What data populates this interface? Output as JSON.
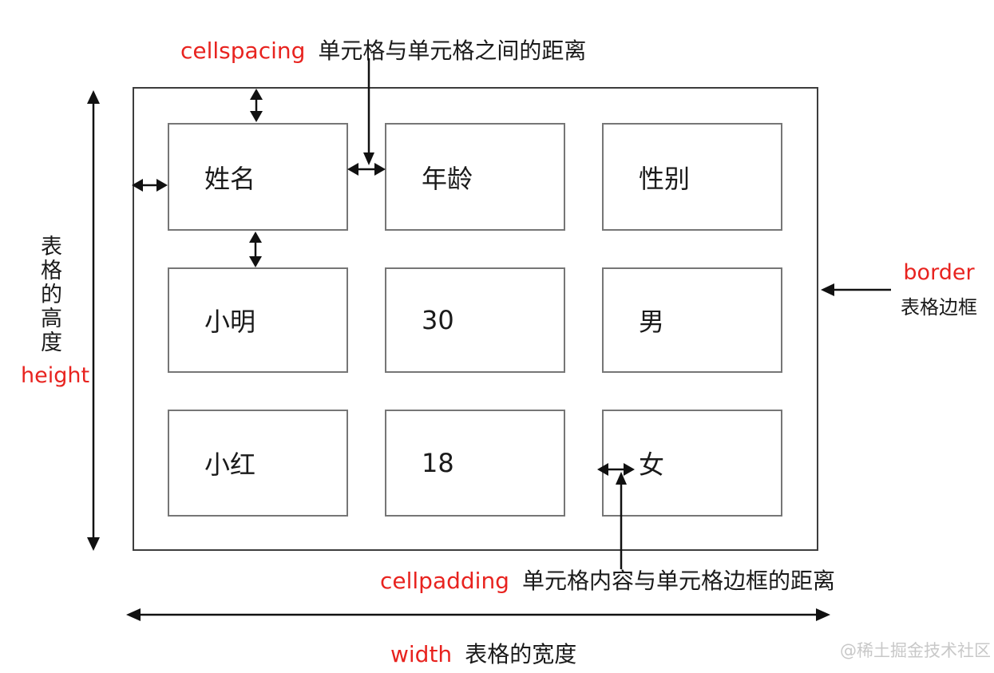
{
  "diagram_title": "HTML table attributes diagram",
  "labels": {
    "cellspacing": {
      "keyword": "cellspacing",
      "desc": "单元格与单元格之间的距离"
    },
    "cellpadding": {
      "keyword": "cellpadding",
      "desc": "单元格内容与单元格边框的距离"
    },
    "border": {
      "keyword": "border",
      "desc": "表格边框"
    },
    "width": {
      "keyword": "width",
      "desc": "表格的宽度"
    },
    "height": {
      "keyword": "height",
      "desc": "表格的高度"
    }
  },
  "table": {
    "headers": [
      "姓名",
      "年龄",
      "性别"
    ],
    "rows": [
      [
        "小明",
        "30",
        "男"
      ],
      [
        "小红",
        "18",
        "女"
      ]
    ]
  },
  "watermark": {
    "text": "@稀土掘金技术社区"
  },
  "colors": {
    "keyword_red": "#e8231f",
    "text_black": "#1a1a1a",
    "table_border_gray": "#3d3d3d",
    "cell_border_gray": "#767676",
    "arrow_black": "#111111",
    "watermark_gray": "#c8c8c8"
  }
}
